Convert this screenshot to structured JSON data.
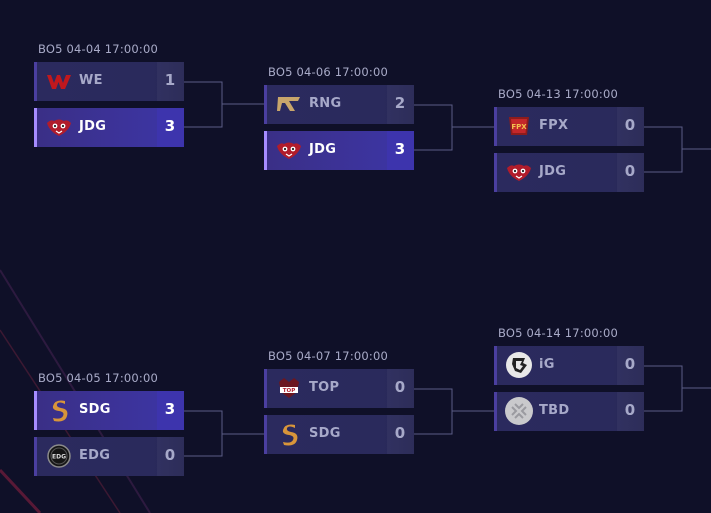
{
  "colors": {
    "background": "#0f1028",
    "row": "#2a2a5c",
    "row_winner": "#3c339a",
    "accent": "#a68cff",
    "text_muted": "#a7a9c9",
    "text_winner": "#ffffff",
    "connector": "#5b5d86"
  },
  "matches": [
    {
      "time": "BO5 04-04 17:00:00",
      "teams": [
        {
          "name": "WE",
          "score": "1",
          "winner": false,
          "icon": "we-logo-icon"
        },
        {
          "name": "JDG",
          "score": "3",
          "winner": true,
          "icon": "jdg-logo-icon"
        }
      ]
    },
    {
      "time": "BO5 04-05 17:00:00",
      "teams": [
        {
          "name": "SDG",
          "score": "3",
          "winner": true,
          "icon": "sdg-logo-icon"
        },
        {
          "name": "EDG",
          "score": "0",
          "winner": false,
          "icon": "edg-logo-icon"
        }
      ]
    },
    {
      "time": "BO5 04-06 17:00:00",
      "teams": [
        {
          "name": "RNG",
          "score": "2",
          "winner": false,
          "icon": "rng-logo-icon"
        },
        {
          "name": "JDG",
          "score": "3",
          "winner": true,
          "icon": "jdg-logo-icon"
        }
      ]
    },
    {
      "time": "BO5 04-07 17:00:00",
      "teams": [
        {
          "name": "TOP",
          "score": "0",
          "winner": false,
          "icon": "top-logo-icon"
        },
        {
          "name": "SDG",
          "score": "0",
          "winner": false,
          "icon": "sdg-logo-icon"
        }
      ]
    },
    {
      "time": "BO5 04-13 17:00:00",
      "teams": [
        {
          "name": "FPX",
          "score": "0",
          "winner": false,
          "icon": "fpx-logo-icon"
        },
        {
          "name": "JDG",
          "score": "0",
          "winner": false,
          "icon": "jdg-logo-icon"
        }
      ]
    },
    {
      "time": "BO5 04-14 17:00:00",
      "teams": [
        {
          "name": "iG",
          "score": "0",
          "winner": false,
          "icon": "ig-logo-icon"
        },
        {
          "name": "TBD",
          "score": "0",
          "winner": false,
          "icon": "tbd-logo-icon"
        }
      ]
    }
  ]
}
